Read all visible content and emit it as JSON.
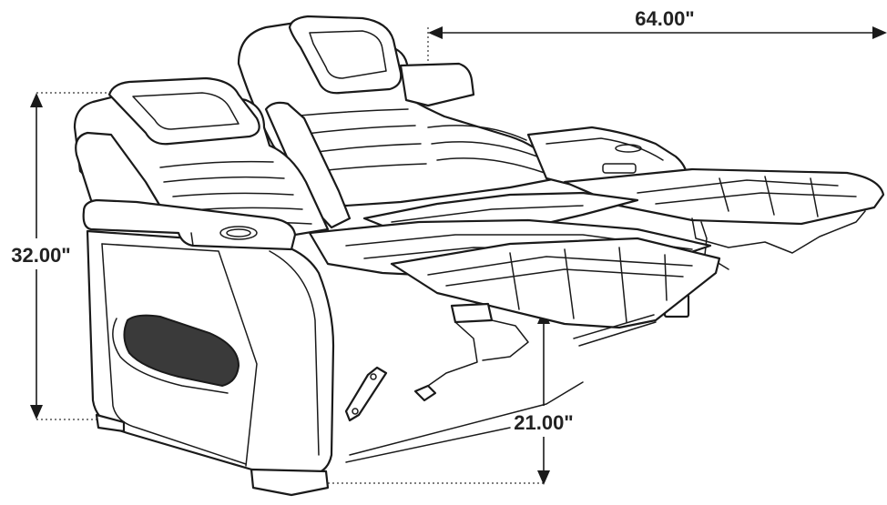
{
  "dimensions": {
    "width": "64.00\"",
    "height": "32.00\"",
    "seat_height": "21.00\""
  },
  "colors": {
    "line": "#1a1a1a",
    "dimension_text": "#222222",
    "grip_fill": "#3a3a3a"
  }
}
